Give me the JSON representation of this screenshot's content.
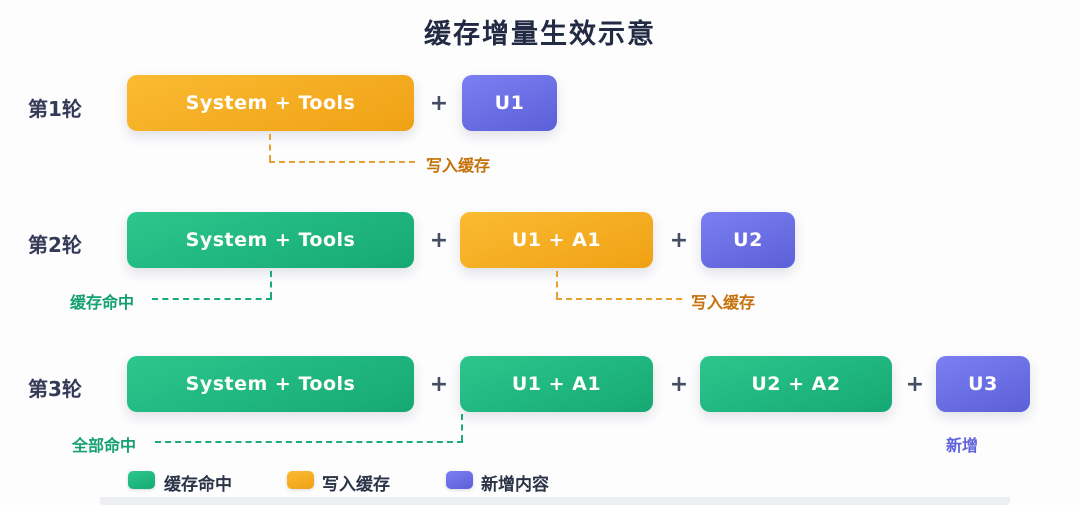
{
  "title": "缓存增量生效示意",
  "plus": "+",
  "colors": {
    "cache_hit_green": "#1db981",
    "cache_write_orange": "#f5a623",
    "new_content_purple": "#6b6fe3",
    "hit_label_text": "#15a06f",
    "write_label_text": "#c4710a",
    "new_label_text": "#5f63db",
    "title_text": "#232a43",
    "background": "#fdfdfe"
  },
  "rows": [
    {
      "label": "第1轮",
      "boxes": [
        {
          "text": "System + Tools",
          "type": "write"
        },
        {
          "text": "U1",
          "type": "new"
        }
      ],
      "annotations": [
        {
          "text": "写入缓存",
          "meaning": "cache written",
          "color": "orange"
        }
      ]
    },
    {
      "label": "第2轮",
      "boxes": [
        {
          "text": "System + Tools",
          "type": "hit"
        },
        {
          "text": "U1 + A1",
          "type": "write"
        },
        {
          "text": "U2",
          "type": "new"
        }
      ],
      "annotations": [
        {
          "text": "缓存命中",
          "meaning": "cache hit",
          "color": "green"
        },
        {
          "text": "写入缓存",
          "meaning": "cache written",
          "color": "orange"
        }
      ]
    },
    {
      "label": "第3轮",
      "boxes": [
        {
          "text": "System + Tools",
          "type": "hit"
        },
        {
          "text": "U1 + A1",
          "type": "hit"
        },
        {
          "text": "U2 + A2",
          "type": "hit"
        },
        {
          "text": "U3",
          "type": "new"
        }
      ],
      "annotations": [
        {
          "text": "全部命中",
          "meaning": "all hit",
          "color": "green"
        },
        {
          "text": "新增",
          "meaning": "newly added",
          "color": "purple"
        }
      ]
    }
  ],
  "legend": [
    {
      "text": "缓存命中",
      "color": "#1db981"
    },
    {
      "text": "写入缓存",
      "color": "#f5a623"
    },
    {
      "text": "新增内容",
      "color": "#6b6fe3"
    }
  ]
}
